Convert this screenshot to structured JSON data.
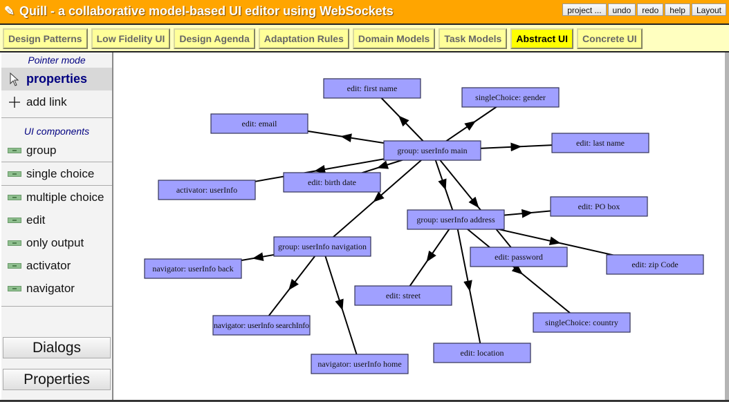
{
  "app": {
    "title": "Quill - a collaborative model-based UI editor using WebSockets",
    "logo_icon": "quill-pen-icon"
  },
  "toolbar": {
    "buttons": [
      "project ...",
      "undo",
      "redo",
      "help",
      "Layout"
    ]
  },
  "tabs": [
    {
      "label": "Design Patterns",
      "active": false
    },
    {
      "label": "Low Fidelity UI",
      "active": false
    },
    {
      "label": "Design Agenda",
      "active": false
    },
    {
      "label": "Adaptation Rules",
      "active": false
    },
    {
      "label": "Domain Models",
      "active": false
    },
    {
      "label": "Task Models",
      "active": false
    },
    {
      "label": "Abstract UI",
      "active": true
    },
    {
      "label": "Concrete UI",
      "active": false
    }
  ],
  "sidebar": {
    "pointer_mode_heading": "Pointer mode",
    "pointer_modes": [
      {
        "label": "properties",
        "icon": "arrow-pointer-icon",
        "selected": true
      },
      {
        "label": "add link",
        "icon": "plus-icon",
        "selected": false
      }
    ],
    "components_heading": "UI components",
    "components": [
      {
        "label": "group",
        "icon": "component-icon"
      },
      {
        "label": "single choice",
        "icon": "component-icon"
      },
      {
        "label": "multiple choice",
        "icon": "component-icon"
      },
      {
        "label": "edit",
        "icon": "component-icon"
      },
      {
        "label": "only output",
        "icon": "component-icon"
      },
      {
        "label": "activator",
        "icon": "component-icon"
      },
      {
        "label": "navigator",
        "icon": "component-icon"
      }
    ],
    "dialogs_button": "Dialogs",
    "properties_button": "Properties"
  },
  "diagram": {
    "node_fill": "#a0a0ff",
    "node_stroke": "#333355",
    "nodes": [
      {
        "id": "firstname",
        "label": "edit: first name"
      },
      {
        "id": "gender",
        "label": "singleChoice: gender"
      },
      {
        "id": "email",
        "label": "edit: email"
      },
      {
        "id": "main",
        "label": "group: userInfo main"
      },
      {
        "id": "lastname",
        "label": "edit: last name"
      },
      {
        "id": "birthdate",
        "label": "edit: birth date"
      },
      {
        "id": "activator",
        "label": "activator: userInfo"
      },
      {
        "id": "address",
        "label": "group: userInfo address"
      },
      {
        "id": "pobox",
        "label": "edit: PO box"
      },
      {
        "id": "navigation",
        "label": "group: userInfo navigation"
      },
      {
        "id": "navback",
        "label": "navigator: userInfo back"
      },
      {
        "id": "password",
        "label": "edit: password"
      },
      {
        "id": "zip",
        "label": "edit: zip Code"
      },
      {
        "id": "street",
        "label": "edit: street"
      },
      {
        "id": "country",
        "label": "singleChoice: country"
      },
      {
        "id": "searchinfo",
        "label": "navigator: userInfo searchInfo"
      },
      {
        "id": "location",
        "label": "edit: location"
      },
      {
        "id": "home",
        "label": "navigator: userInfo home"
      }
    ],
    "edges": [
      {
        "from": "main",
        "to": "firstname"
      },
      {
        "from": "main",
        "to": "gender"
      },
      {
        "from": "main",
        "to": "email"
      },
      {
        "from": "main",
        "to": "lastname"
      },
      {
        "from": "main",
        "to": "birthdate"
      },
      {
        "from": "main",
        "to": "activator"
      },
      {
        "from": "main",
        "to": "address"
      },
      {
        "from": "main",
        "to": "navigation"
      },
      {
        "from": "main",
        "to": "password"
      },
      {
        "from": "address",
        "to": "pobox"
      },
      {
        "from": "address",
        "to": "zip"
      },
      {
        "from": "address",
        "to": "street"
      },
      {
        "from": "address",
        "to": "location"
      },
      {
        "from": "address",
        "to": "country"
      },
      {
        "from": "navigation",
        "to": "navback"
      },
      {
        "from": "navigation",
        "to": "searchinfo"
      },
      {
        "from": "navigation",
        "to": "home"
      }
    ]
  }
}
